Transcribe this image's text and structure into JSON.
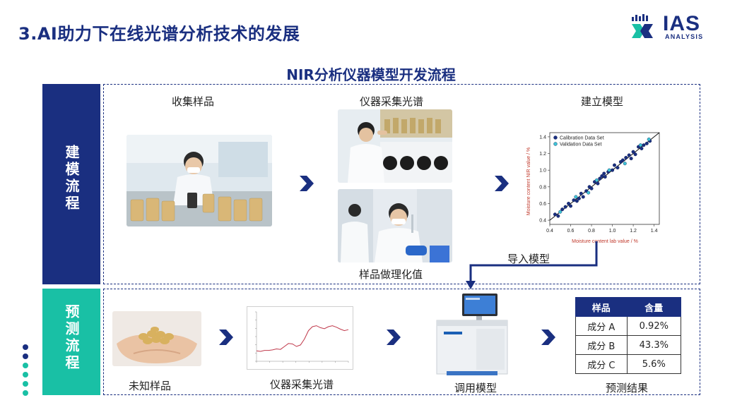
{
  "header": {
    "title": "3.AI助力下在线光谱分析技术的发展",
    "logo_main": "IAS",
    "logo_sub": "ANALYSIS"
  },
  "diagram": {
    "subtitle": "NIR分析仪器模型开发流程",
    "modeling_band": "建模流程",
    "prediction_band": "预测流程",
    "steps": {
      "collect_samples": "收集样品",
      "instrument_spectrum_top": "仪器采集光谱",
      "build_model": "建立模型",
      "sample_chem_values": "样品做理化值",
      "import_model": "导入模型",
      "unknown_sample": "未知样品",
      "instrument_spectrum_bottom": "仪器采集光谱",
      "call_model": "调用模型",
      "prediction_result": "预测结果"
    }
  },
  "chart_data": [
    {
      "type": "scatter",
      "xlabel": "Moisture content lab value / %",
      "ylabel": "Moisture content NIR value / %",
      "xlim": [
        0.4,
        1.45
      ],
      "ylim": [
        0.35,
        1.45
      ],
      "xticks": [
        "0.4",
        "0.6",
        "0.8",
        "1.0",
        "1.2",
        "1.4"
      ],
      "yticks": [
        "0.4",
        "0.6",
        "0.8",
        "1.0",
        "1.2",
        "1.4"
      ],
      "legend_position": "top-left",
      "series": [
        {
          "name": "Calibration Data Set",
          "color": "#1a2f80",
          "points": [
            [
              0.45,
              0.47
            ],
            [
              0.48,
              0.45
            ],
            [
              0.52,
              0.53
            ],
            [
              0.55,
              0.56
            ],
            [
              0.58,
              0.6
            ],
            [
              0.6,
              0.57
            ],
            [
              0.63,
              0.64
            ],
            [
              0.66,
              0.63
            ],
            [
              0.7,
              0.72
            ],
            [
              0.72,
              0.68
            ],
            [
              0.75,
              0.75
            ],
            [
              0.78,
              0.8
            ],
            [
              0.8,
              0.78
            ],
            [
              0.83,
              0.86
            ],
            [
              0.86,
              0.84
            ],
            [
              0.88,
              0.9
            ],
            [
              0.9,
              0.93
            ],
            [
              0.93,
              0.92
            ],
            [
              0.96,
              0.98
            ],
            [
              1.0,
              1.0
            ],
            [
              1.02,
              1.06
            ],
            [
              1.05,
              1.03
            ],
            [
              1.08,
              1.1
            ],
            [
              1.1,
              1.12
            ],
            [
              1.13,
              1.15
            ],
            [
              1.16,
              1.18
            ],
            [
              1.2,
              1.22
            ],
            [
              1.22,
              1.19
            ],
            [
              1.25,
              1.28
            ],
            [
              1.28,
              1.26
            ],
            [
              1.3,
              1.3
            ],
            [
              1.33,
              1.32
            ],
            [
              1.36,
              1.35
            ],
            [
              0.68,
              0.66
            ],
            [
              0.92,
              0.96
            ],
            [
              1.18,
              1.14
            ]
          ]
        },
        {
          "name": "Validation Data Set",
          "color": "#3ec4d6",
          "points": [
            [
              0.5,
              0.5
            ],
            [
              0.65,
              0.68
            ],
            [
              0.77,
              0.73
            ],
            [
              0.85,
              0.88
            ],
            [
              0.97,
              1.0
            ],
            [
              1.12,
              1.08
            ],
            [
              1.27,
              1.3
            ],
            [
              1.35,
              1.37
            ]
          ]
        }
      ]
    },
    {
      "type": "line",
      "title": "",
      "series": [
        {
          "name": "",
          "color": "#c0394b",
          "values": [
            0.21,
            0.2,
            0.22,
            0.22,
            0.23,
            0.25,
            0.24,
            0.3,
            0.36,
            0.35,
            0.3,
            0.33,
            0.45,
            0.62,
            0.7,
            0.72,
            0.68,
            0.66,
            0.7,
            0.72,
            0.69,
            0.65,
            0.62,
            0.64
          ]
        }
      ]
    }
  ],
  "result_table": {
    "headers": [
      "样品",
      "含量"
    ],
    "rows": [
      [
        "成分 A",
        "0.92%"
      ],
      [
        "成分 B",
        "43.3%"
      ],
      [
        "成分 C",
        "5.6%"
      ]
    ]
  },
  "colors": {
    "primary": "#1a2f80",
    "teal": "#19c0a5",
    "arrow": "#1a2f80"
  }
}
